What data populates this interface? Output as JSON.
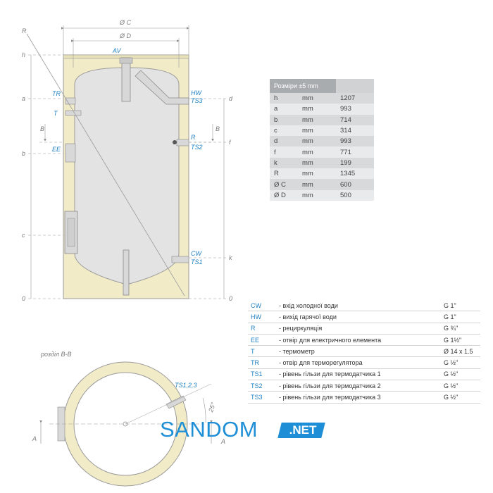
{
  "drawing": {
    "elevation_labels": {
      "oc": "Ø C",
      "od": "Ø D",
      "r": "R",
      "av": "AV",
      "left": [
        "h",
        "a",
        "b",
        "c",
        "0"
      ],
      "right": [
        "d",
        "f",
        "k",
        "0"
      ],
      "section_b": "B"
    },
    "ports": {
      "tr": "TR",
      "t": "T",
      "ee": "EE",
      "hw": "HW",
      "ts3": "TS3",
      "r": "R",
      "ts2": "TS2",
      "cw": "CW",
      "ts1": "TS1"
    },
    "section": {
      "title": "розділ B-B",
      "sensor": "TS1,2,3",
      "angle": "25°",
      "arrow_a": "A"
    }
  },
  "sizes": {
    "header": "Розміри ±5 mm",
    "rows": [
      {
        "key": "h",
        "unit": "mm",
        "value": "1207"
      },
      {
        "key": "a",
        "unit": "mm",
        "value": "993"
      },
      {
        "key": "b",
        "unit": "mm",
        "value": "714"
      },
      {
        "key": "c",
        "unit": "mm",
        "value": "314"
      },
      {
        "key": "d",
        "unit": "mm",
        "value": "993"
      },
      {
        "key": "f",
        "unit": "mm",
        "value": "771"
      },
      {
        "key": "k",
        "unit": "mm",
        "value": "199"
      },
      {
        "key": "R",
        "unit": "mm",
        "value": "1345"
      },
      {
        "key": "Ø C",
        "unit": "mm",
        "value": "600"
      },
      {
        "key": "Ø D",
        "unit": "mm",
        "value": "500"
      }
    ]
  },
  "connections": [
    {
      "code": "CW",
      "desc": "- вхід холодної води",
      "size": "G 1\""
    },
    {
      "code": "HW",
      "desc": "- вихід гарячої води",
      "size": "G 1\""
    },
    {
      "code": "R",
      "desc": "- рециркуляція",
      "size": "G ¾\""
    },
    {
      "code": "EE",
      "desc": "- отвір для електричного елемента",
      "size": "G 1½\""
    },
    {
      "code": "T",
      "desc": "- термометр",
      "size": "Ø 14 x 1.5"
    },
    {
      "code": "TR",
      "desc": "- отвір для терморегулятора",
      "size": "G ½\""
    },
    {
      "code": "TS1",
      "desc": "- рівень гільзи для термодатчика 1",
      "size": "G ½\""
    },
    {
      "code": "TS2",
      "desc": "- рівень гільзи для термодатчика 2",
      "size": "G ½\""
    },
    {
      "code": "TS3",
      "desc": "- рівень гільзи для термодатчика 3",
      "size": "G ½\""
    }
  ],
  "logo": {
    "word": "SANDOM",
    "suffix": ".NET",
    "color": "#1e8fd6"
  },
  "colors": {
    "insulation": "#f1ebc8",
    "tank": "#e3e3e3",
    "port_label": "#1e7fc0",
    "lines": "#8a8a8a"
  }
}
